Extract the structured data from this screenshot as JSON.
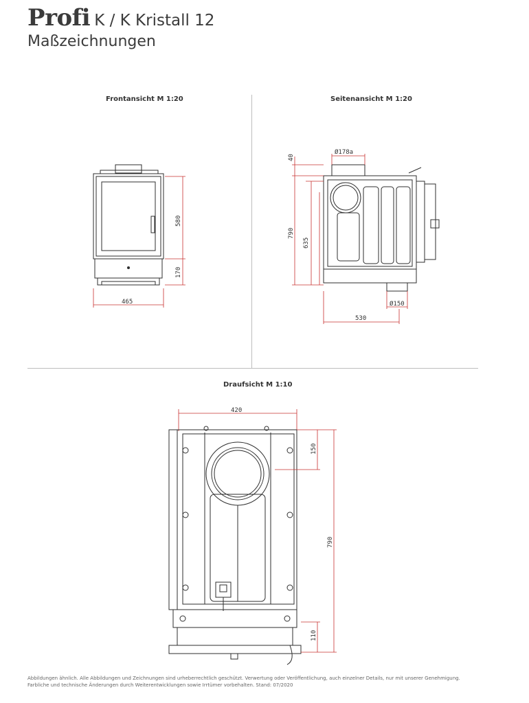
{
  "header": {
    "brand": "Profi",
    "model": "K / K Kristall 12",
    "subtitle": "Maßzeichnungen"
  },
  "views": {
    "front": {
      "label": "Frontansicht M 1:20",
      "dims": {
        "width": "465",
        "door_height": "580",
        "base_height": "170"
      }
    },
    "side": {
      "label": "Seitenansicht M 1:20",
      "dims": {
        "flue_diameter": "Ø178a",
        "top_offset": "40",
        "total_height": "790",
        "flue_height": "635",
        "depth": "530",
        "air_diameter": "Ø150"
      }
    },
    "top": {
      "label": "Draufsicht M 1:10",
      "dims": {
        "width": "420",
        "flue_offset": "150",
        "depth": "790",
        "front_offset": "110"
      }
    }
  },
  "footer": {
    "line1": "Abbildungen ähnlich. Alle Abbildungen und Zeichnungen sind urheberrechtlich geschützt. Verwertung oder Veröffentlichung, auch einzelner Details, nur mit unserer Genehmigung.",
    "line2": "Farbliche und technische Änderungen durch Weiterentwicklungen sowie Irrtümer vorbehalten. Stand: 07/2020"
  }
}
